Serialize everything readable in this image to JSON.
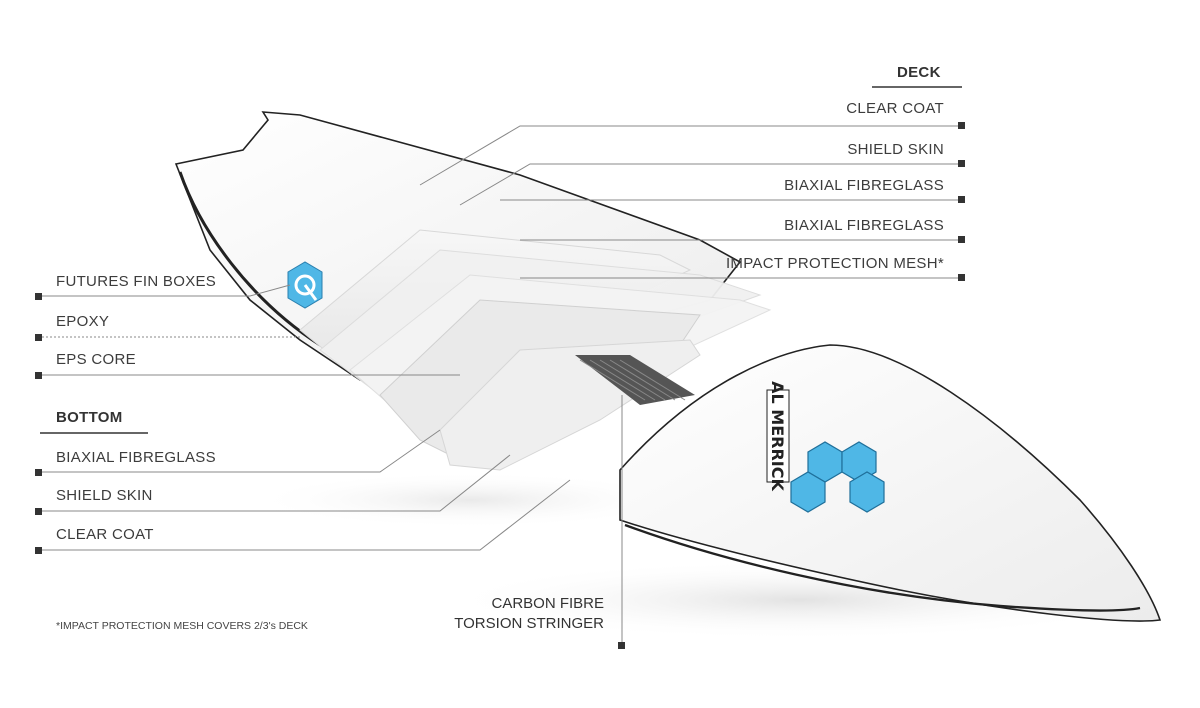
{
  "deck": {
    "heading": "DECK",
    "layers": [
      "CLEAR COAT",
      "SHIELD SKIN",
      "BIAXIAL FIBREGLASS",
      "BIAXIAL FIBREGLASS",
      "IMPACT PROTECTION MESH*"
    ]
  },
  "core": {
    "fin_boxes": "FUTURES FIN BOXES",
    "epoxy": "EPOXY",
    "eps_core": "EPS CORE"
  },
  "bottom": {
    "heading": "BOTTOM",
    "layers": [
      "BIAXIAL FIBREGLASS",
      "SHIELD SKIN",
      "CLEAR COAT"
    ]
  },
  "stringer": {
    "line1": "CARBON FIBRE",
    "line2": "TORSION STRINGER"
  },
  "footnote": "*IMPACT PROTECTION MESH COVERS 2/3's DECK",
  "brand_text": "AL MERRICK",
  "colors": {
    "accent_blue": "#4fb7e6",
    "board_outline": "#222222",
    "leader_line": "#777777"
  }
}
